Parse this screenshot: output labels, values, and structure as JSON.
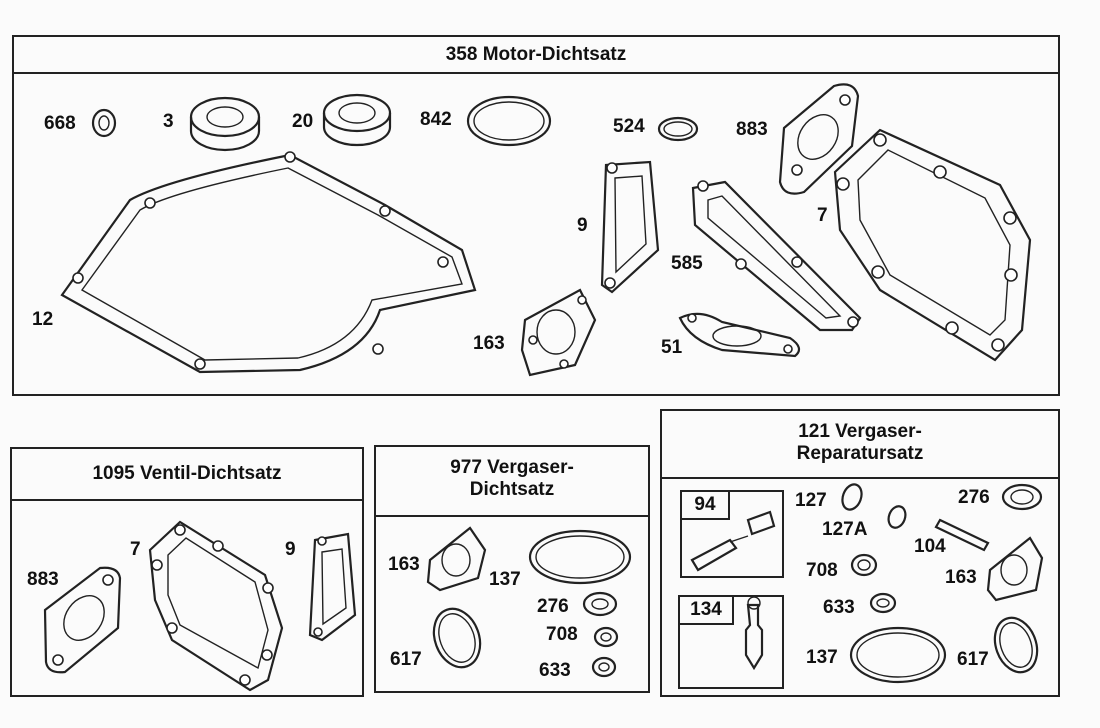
{
  "kits": {
    "motor": {
      "title": "358 Motor-Dichtsatz"
    },
    "ventil": {
      "title": "1095  Ventil-Dichtsatz"
    },
    "vergaser": {
      "title": "977    Vergaser-\nDichtsatz"
    },
    "reparatur": {
      "title": "121     Vergaser-\nReparatursatz"
    }
  },
  "labels": {
    "m668": "668",
    "m3": "3",
    "m20": "20",
    "m842": "842",
    "m524": "524",
    "m883": "883",
    "m9": "9",
    "m7": "7",
    "m585": "585",
    "m12": "12",
    "m163": "163",
    "m51": "51",
    "v883": "883",
    "v7": "7",
    "v9": "9",
    "d163": "163",
    "d137": "137",
    "d276": "276",
    "d708": "708",
    "d617": "617",
    "d633": "633",
    "r94": "94",
    "r134": "134",
    "r127": "127",
    "r127a": "127A",
    "r104": "104",
    "r276": "276",
    "r708": "708",
    "r163": "163",
    "r633": "633",
    "r137": "137",
    "r617": "617"
  }
}
